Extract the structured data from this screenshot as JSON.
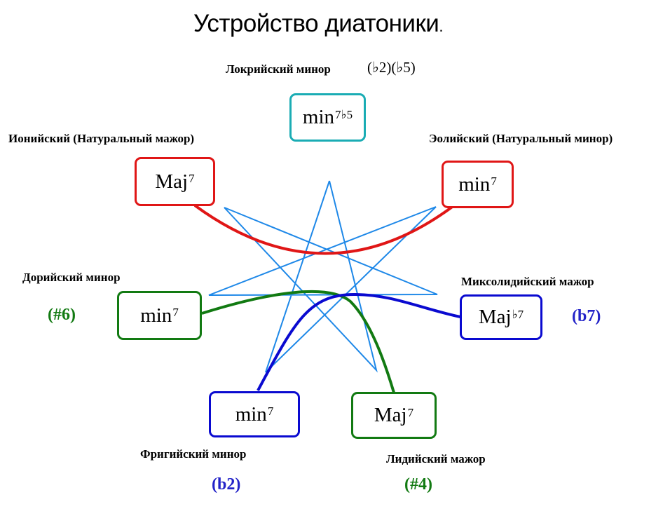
{
  "title": {
    "text": "Устройство диатоники",
    "dot": "."
  },
  "modes": {
    "locrian": {
      "name": "Локрийский минор",
      "alterations": "(♭2)(♭5)",
      "chord": "min",
      "chord_sup": "7♭5",
      "color": "#1aacb4"
    },
    "ionian": {
      "name": "Ионийский (Натуральный мажор)",
      "chord": "Maj",
      "chord_sup": "7",
      "color": "#e01616"
    },
    "aeolian": {
      "name": "Эолийский (Натуральный минор)",
      "chord": "min",
      "chord_sup": "7",
      "color": "#e01616"
    },
    "dorian": {
      "name": "Дорийский минор",
      "alteration": "(#6)",
      "chord": "min",
      "chord_sup": "7",
      "color": "#127a12"
    },
    "mixolydian": {
      "name": "Миксолидийский мажор",
      "alteration": "(b7)",
      "chord": "Maj",
      "chord_sup": "♭7",
      "color": "#0a0ad0"
    },
    "phrygian": {
      "name": "Фригийский минор",
      "alteration": "(b2)",
      "chord": "min",
      "chord_sup": "7",
      "color": "#0a0ad0"
    },
    "lydian": {
      "name": "Лидийский мажор",
      "alteration": "(#4)",
      "chord": "Maj",
      "chord_sup": "7",
      "color": "#127a12"
    }
  },
  "colors": {
    "star": "#1e88e8",
    "red": "#e01616",
    "green": "#127a12",
    "blue": "#0a0ad0",
    "alt_blue": "#2323c8"
  }
}
